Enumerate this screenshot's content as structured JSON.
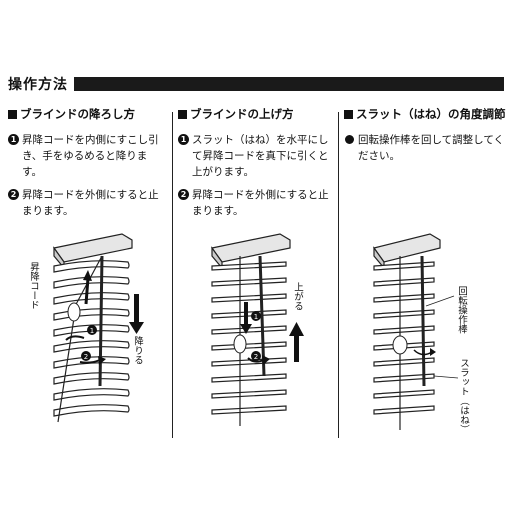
{
  "header": {
    "title": "操作方法"
  },
  "sections": [
    {
      "title": "ブラインドの降ろし方",
      "steps": [
        {
          "num": "1",
          "text": "昇降コードを内側にすこし引き、手をゆるめると降ります。"
        },
        {
          "num": "2",
          "text": "昇降コードを外側にすると止まります。"
        }
      ],
      "labels": {
        "cord": "昇降コード",
        "down": "降りる"
      }
    },
    {
      "title": "ブラインドの上げ方",
      "steps": [
        {
          "num": "1",
          "text": "スラット（はね）を水平にして昇降コードを真下に引くと上がります。"
        },
        {
          "num": "2",
          "text": "昇降コードを外側にすると止まります。"
        }
      ],
      "labels": {
        "up": "上がる"
      }
    },
    {
      "title": "スラット（はね）の角度調節",
      "steps": [
        {
          "bullet": "●",
          "text": "回転操作棒を回して調整してください。"
        }
      ],
      "labels": {
        "rod": "回転操作棒",
        "slat": "スラット（はね）"
      }
    }
  ]
}
